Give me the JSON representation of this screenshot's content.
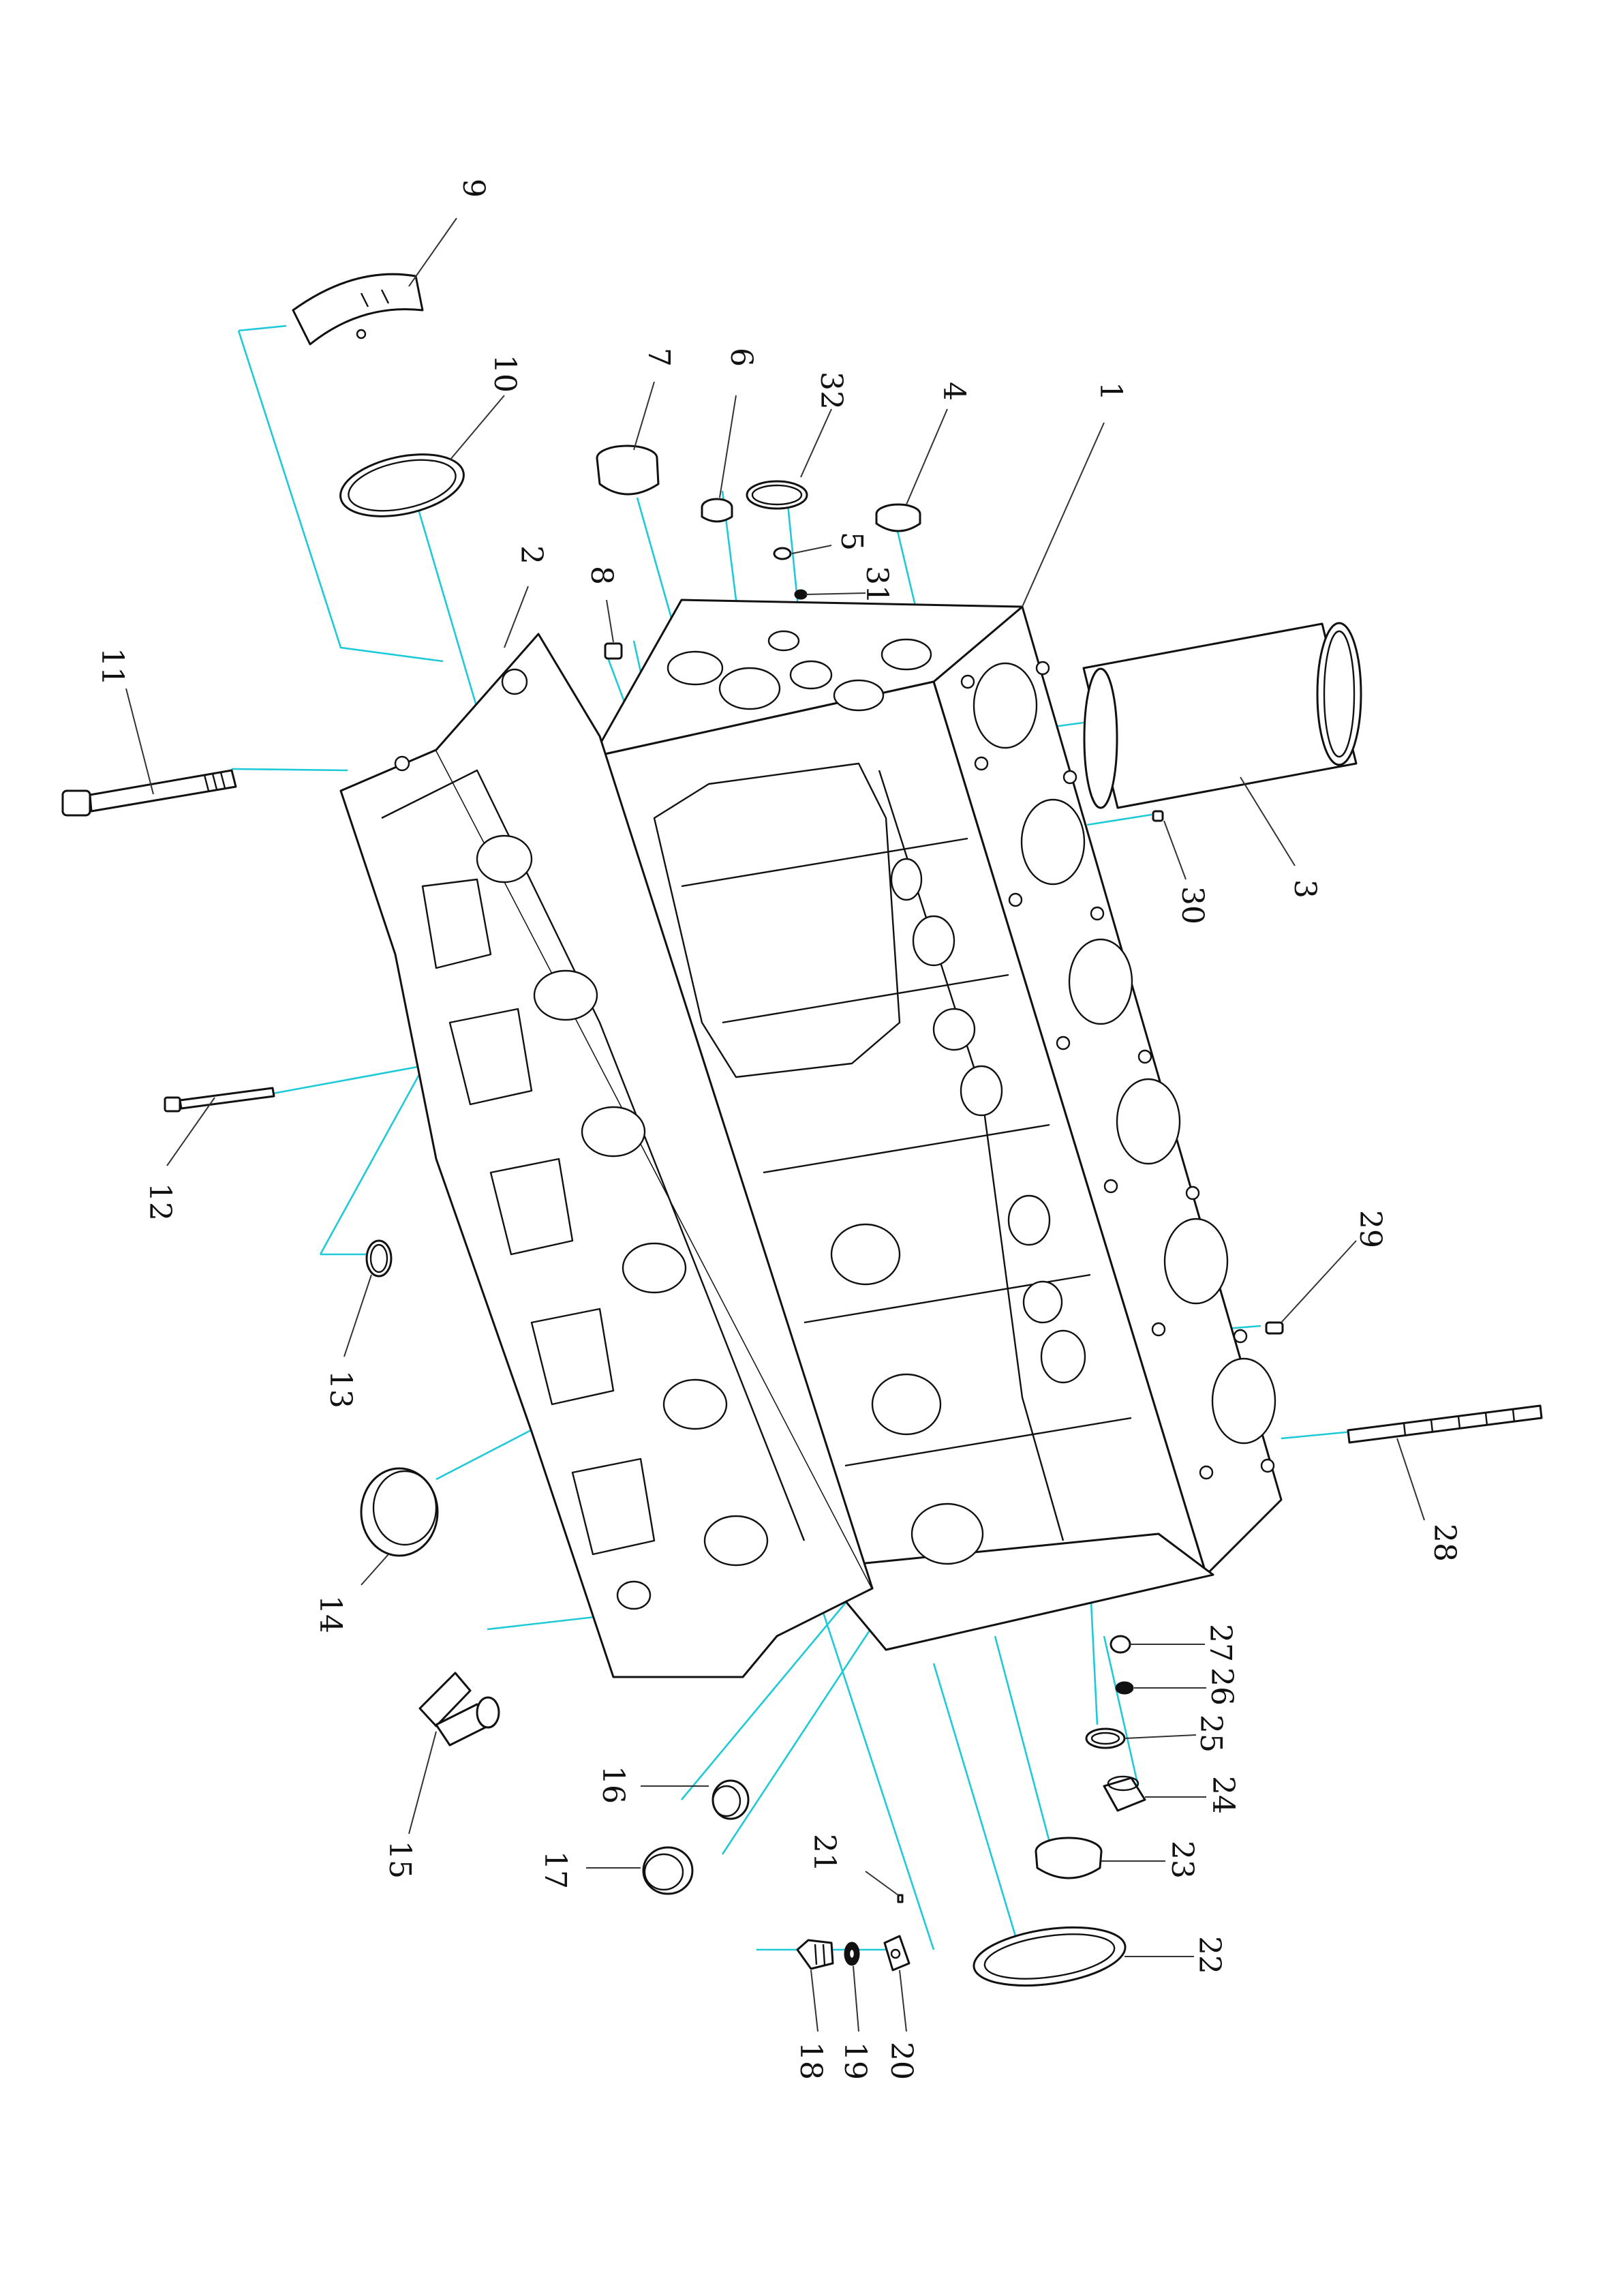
{
  "diagram": {
    "line_color": "#111111",
    "guide_color": "#1ec9d8",
    "callouts": [
      {
        "id": "1",
        "label": "1"
      },
      {
        "id": "2",
        "label": "2"
      },
      {
        "id": "3",
        "label": "3"
      },
      {
        "id": "4",
        "label": "4"
      },
      {
        "id": "5",
        "label": "5"
      },
      {
        "id": "6",
        "label": "6"
      },
      {
        "id": "7",
        "label": "7"
      },
      {
        "id": "8",
        "label": "8"
      },
      {
        "id": "9",
        "label": "9"
      },
      {
        "id": "10",
        "label": "10"
      },
      {
        "id": "11",
        "label": "11"
      },
      {
        "id": "12",
        "label": "12"
      },
      {
        "id": "13",
        "label": "13"
      },
      {
        "id": "14",
        "label": "14"
      },
      {
        "id": "15",
        "label": "15"
      },
      {
        "id": "16",
        "label": "16"
      },
      {
        "id": "17",
        "label": "17"
      },
      {
        "id": "18",
        "label": "18"
      },
      {
        "id": "19",
        "label": "19"
      },
      {
        "id": "20",
        "label": "20"
      },
      {
        "id": "21",
        "label": "21"
      },
      {
        "id": "22",
        "label": "22"
      },
      {
        "id": "23",
        "label": "23"
      },
      {
        "id": "24",
        "label": "24"
      },
      {
        "id": "25",
        "label": "25"
      },
      {
        "id": "26",
        "label": "26"
      },
      {
        "id": "27",
        "label": "27"
      },
      {
        "id": "28",
        "label": "28"
      },
      {
        "id": "29",
        "label": "29"
      },
      {
        "id": "30",
        "label": "30"
      },
      {
        "id": "31",
        "label": "31"
      },
      {
        "id": "32",
        "label": "32"
      }
    ]
  }
}
